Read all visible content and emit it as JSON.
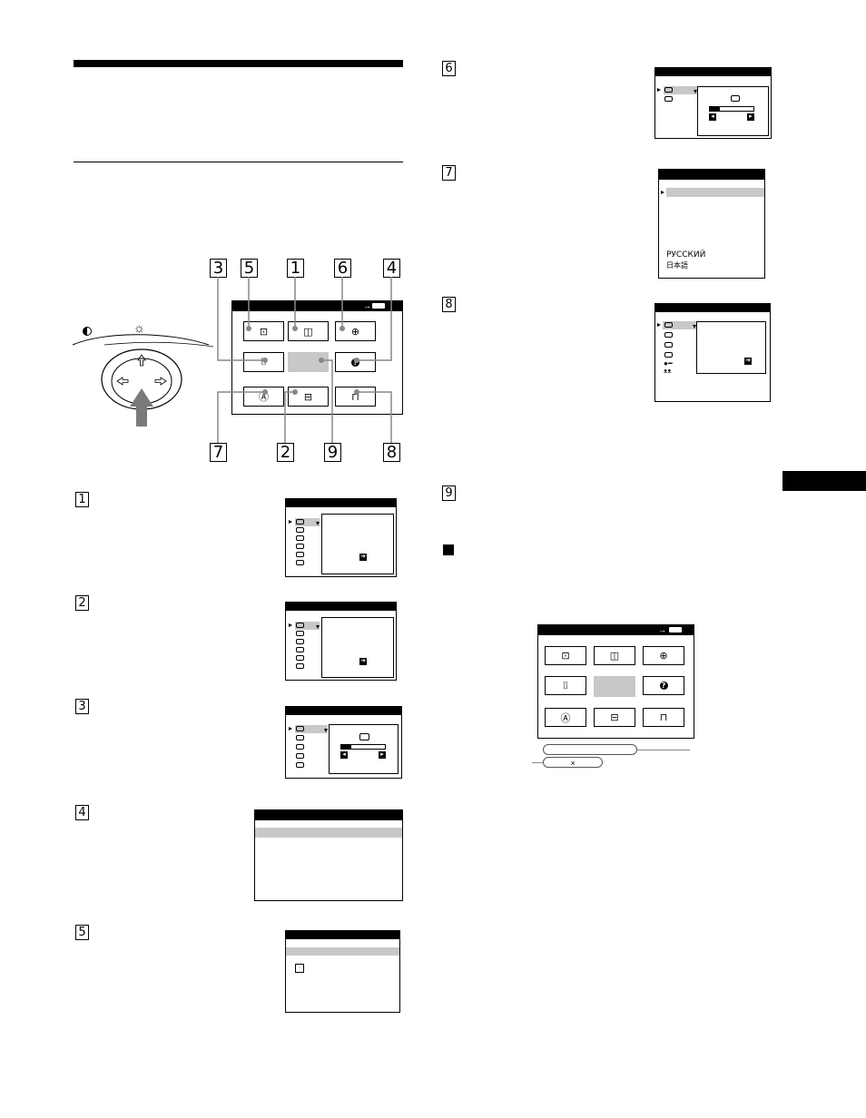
{
  "callouts": {
    "top": [
      "3",
      "5",
      "1",
      "6",
      "4"
    ],
    "bottom": [
      "7",
      "2",
      "9",
      "8"
    ]
  },
  "sections": {
    "s1": "1",
    "s2": "2",
    "s3": "3",
    "s4": "4",
    "s5": "5",
    "s6": "6",
    "s7": "7",
    "s8": "8",
    "s9": "9"
  },
  "languages": {
    "russian": "РУССКИЙ",
    "japanese": "日本語"
  },
  "reset_dialog": {
    "cancel_symbol": "×"
  },
  "icons": {
    "help": "help-icon",
    "brightness": "sun-icon",
    "contrast": "contrast-icon"
  }
}
